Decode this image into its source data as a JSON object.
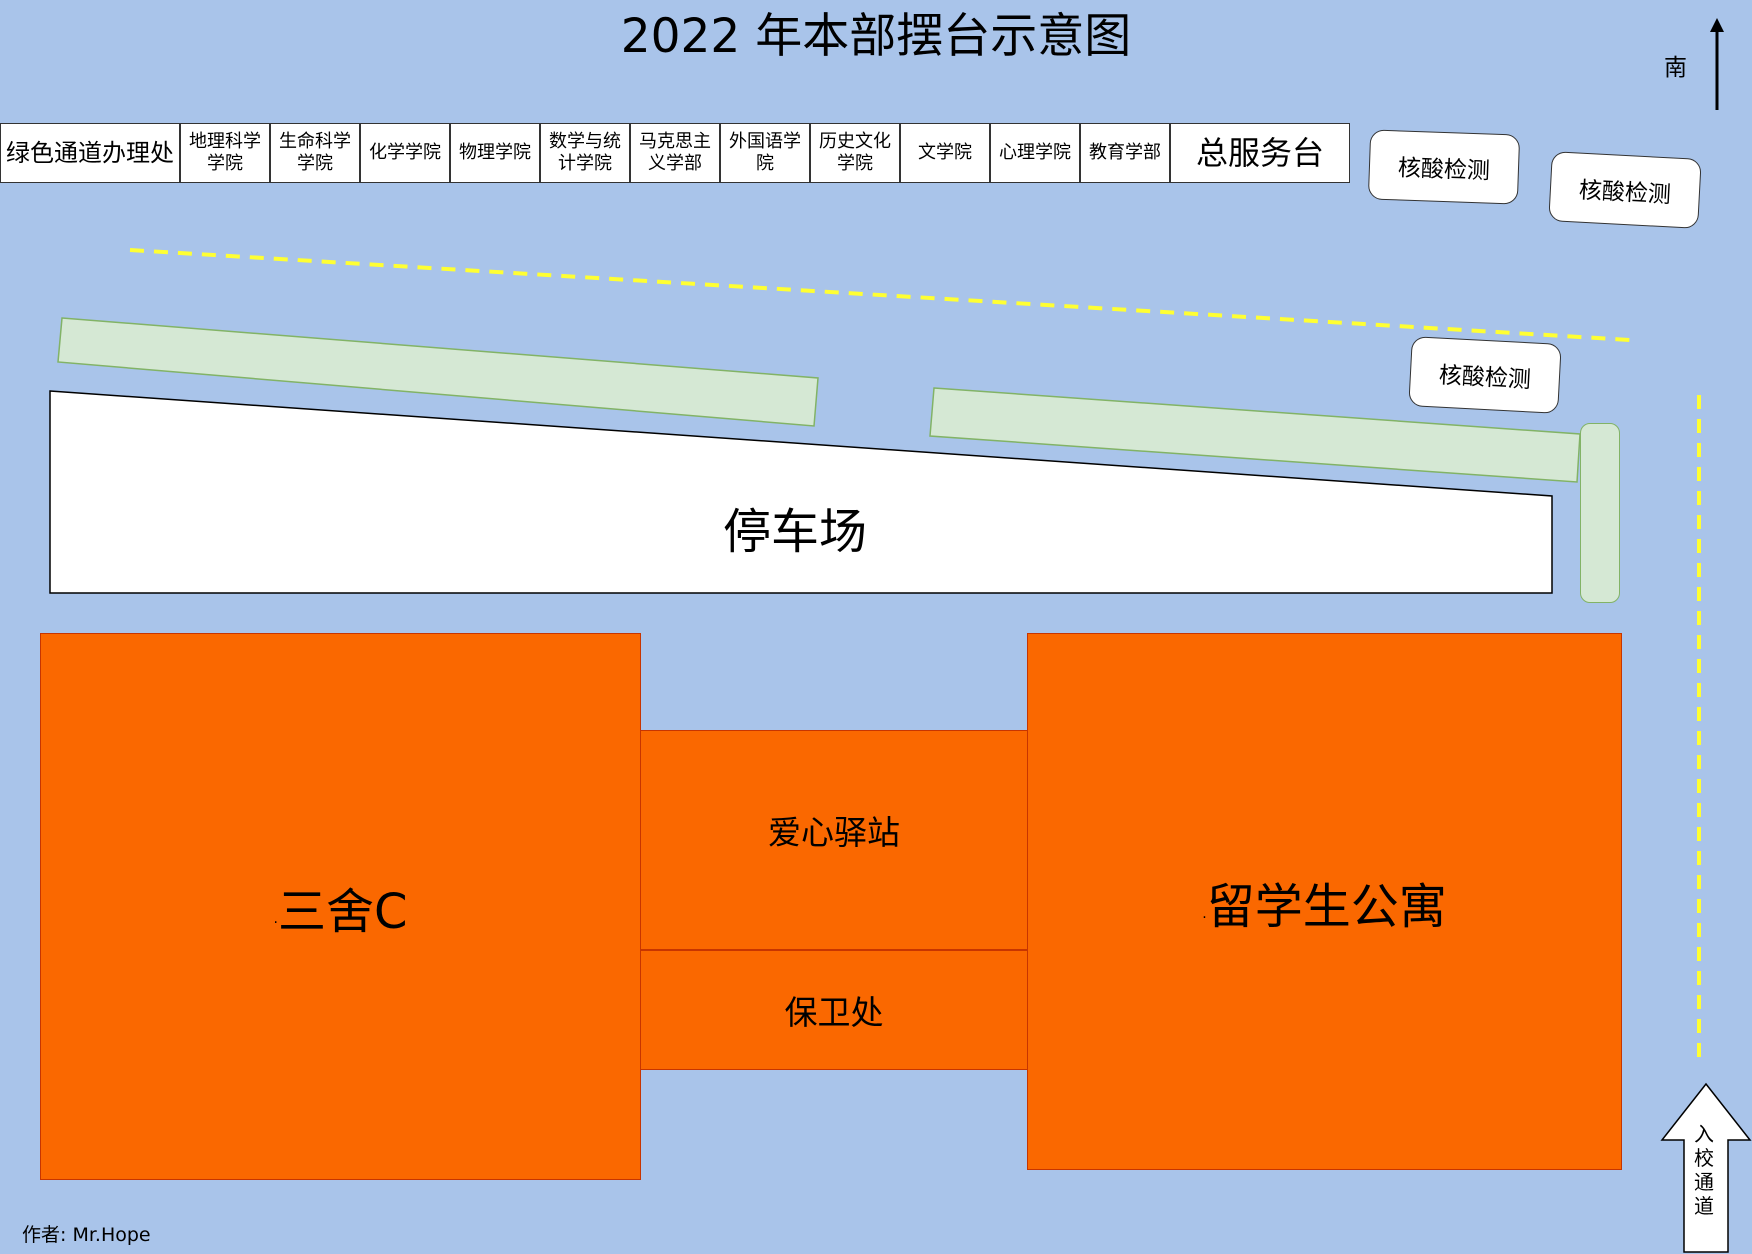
{
  "title": "2022 年本部摆台示意图",
  "stalls": [
    "绿色通道办理处",
    "地理科学学院",
    "生命科学学院",
    "化学学院",
    "物理学院",
    "数学与统计学院",
    "马克思主义学部",
    "外国语学院",
    "历史文化学院",
    "文学院",
    "心理学院",
    "教育学部",
    "总服务台"
  ],
  "nucleic_tests": [
    "核酸检测",
    "核酸检测",
    "核酸检测"
  ],
  "parking": "停车场",
  "buildings": {
    "left": "三舍C",
    "right": "留学生公寓",
    "center_top": "爱心驿站",
    "center_bottom": "保卫处",
    "bullet": "."
  },
  "compass": "南",
  "entrance": "入校通道",
  "author": "作者: Mr.Hope",
  "colors": {
    "background": "#a9c4ea",
    "building": "#fa6800",
    "green_belt": "#d5e8d4",
    "dash": "#ffff33"
  }
}
